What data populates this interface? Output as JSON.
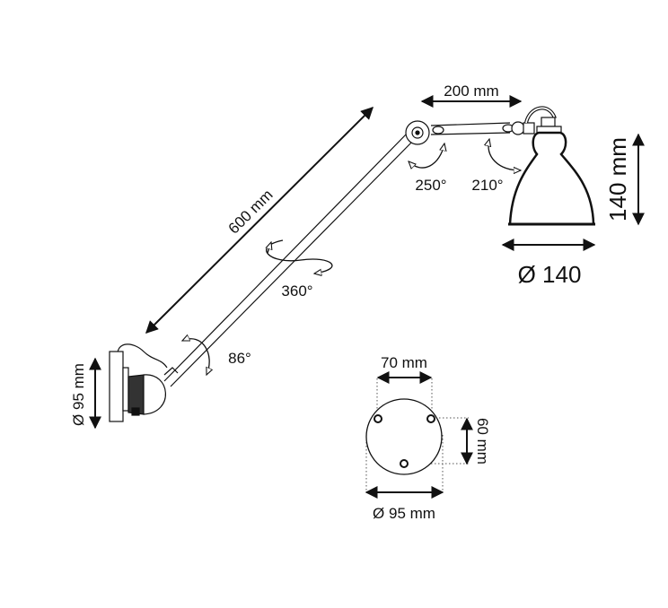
{
  "diagram": {
    "dimensions": {
      "lower_arm_length": "600 mm",
      "upper_arm_length": "200 mm",
      "shade_height": "140 mm",
      "shade_diameter": "Ø 140",
      "base_diameter_side": "Ø 95 mm",
      "base_diameter_front": "Ø 95 mm",
      "hole_spacing_horizontal": "70 mm",
      "hole_spacing_vertical": "60 mm"
    },
    "angles": {
      "elbow": "250°",
      "head": "210°",
      "arm_rotation": "360°",
      "base_tilt": "86°"
    },
    "colors": {
      "line": "#111111",
      "background": "#ffffff"
    }
  }
}
